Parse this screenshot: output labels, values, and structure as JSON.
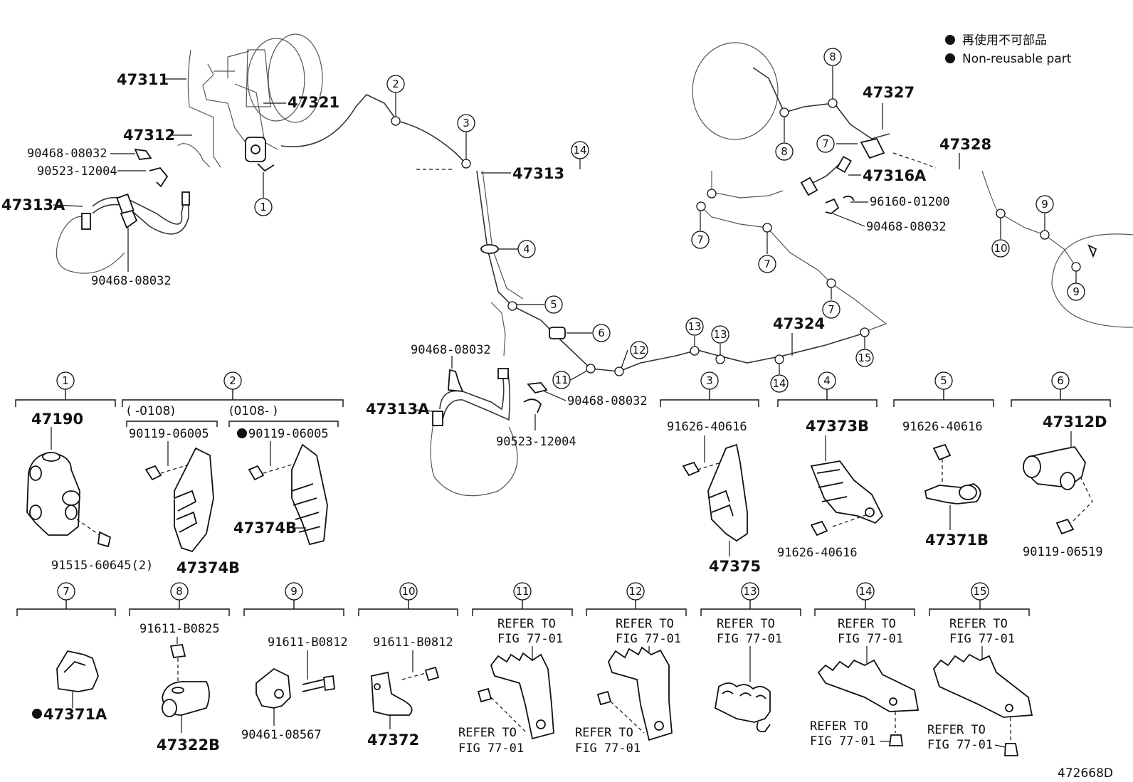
{
  "legend": {
    "jp": "再使用不可部品",
    "en": "Non-reusable part"
  },
  "figure_id": "472668D",
  "callouts": {
    "c1": "1",
    "c2": "2",
    "c3": "3",
    "c4": "4",
    "c5": "5",
    "c6": "6",
    "c7": "7",
    "c8": "8",
    "c9": "9",
    "c10": "10",
    "c11": "11",
    "c12": "12",
    "c13": "13",
    "c14": "14",
    "c15": "15"
  },
  "main_labels": {
    "p47311": "47311",
    "p47321": "47321",
    "p47312": "47312",
    "p90468a": "90468-08032",
    "p90523a": "90523-12004",
    "p47313A_left": "47313A",
    "p90468b": "90468-08032",
    "p47313": "47313",
    "p47327": "47327",
    "p47328": "47328",
    "p47316A": "47316A",
    "p96160": "96160-01200",
    "p90468c": "90468-08032",
    "p47324": "47324",
    "p90468d": "90468-08032",
    "p47313A_mid": "47313A",
    "p90468e": "90468-08032",
    "p90523b": "90523-12004"
  },
  "groups": {
    "g1": {
      "part": "47190",
      "bolt": "91515-60645(2)"
    },
    "g2": {
      "range_a": "(     -0108)",
      "range_b": "(0108-      )",
      "bolt_a": "90119-06005",
      "bolt_b": "90119-06005",
      "clamp_a": "47374B",
      "clamp_b": "47374B"
    },
    "g3": {
      "bolt": "91626-40616",
      "part": "47375"
    },
    "g4": {
      "part": "47373B",
      "bolt": "91626-40616"
    },
    "g5": {
      "bolt": "91626-40616",
      "part": "47371B"
    },
    "g6": {
      "part": "47312D",
      "bolt": "90119-06519"
    },
    "g7": {
      "part": "47371A"
    },
    "g8": {
      "bolt": "91611-B0825",
      "part": "47322B"
    },
    "g9": {
      "bolt": "91611-B0812",
      "part": "90461-08567"
    },
    "g10": {
      "bolt": "91611-B0812",
      "part": "47372"
    },
    "g11": {
      "ref_top_1": "REFER TO",
      "ref_top_2": "FIG 77-01",
      "ref_bot_1": "REFER TO",
      "ref_bot_2": "FIG 77-01"
    },
    "g12": {
      "ref_top_1": "REFER TO",
      "ref_top_2": "FIG 77-01",
      "ref_bot_1": "REFER TO",
      "ref_bot_2": "FIG 77-01"
    },
    "g13": {
      "ref_top_1": "REFER TO",
      "ref_top_2": "FIG 77-01"
    },
    "g14": {
      "ref_top_1": "REFER TO",
      "ref_top_2": "FIG 77-01",
      "ref_bot_1": "REFER TO",
      "ref_bot_2": "FIG 77-01"
    },
    "g15": {
      "ref_top_1": "REFER TO",
      "ref_top_2": "FIG 77-01",
      "ref_bot_1": "REFER TO",
      "ref_bot_2": "FIG 77-01"
    }
  }
}
